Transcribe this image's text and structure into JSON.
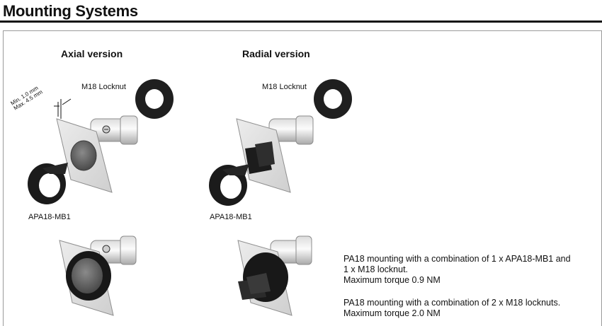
{
  "title": "Mounting Systems",
  "axial": {
    "heading": "Axial version",
    "locknut_label": "M18 Locknut",
    "adapter_label": "APA18-MB1",
    "dim_min": "Min. 1.0 mm",
    "dim_max": "Max. 4.5 mm"
  },
  "radial": {
    "heading": "Radial version",
    "locknut_label": "M18 Locknut",
    "adapter_label": "APA18-MB1"
  },
  "notes": {
    "note1_line1": "PA18 mounting with a combination of 1 x APA18-MB1 and",
    "note1_line2": "1 x M18 locknut.",
    "note1_line3": "Maximum torque 0.9 NM",
    "note2_line1": "PA18 mounting with a combination of 2 x M18 locknuts.",
    "note2_line2": "Maximum torque 2.0 NM"
  }
}
